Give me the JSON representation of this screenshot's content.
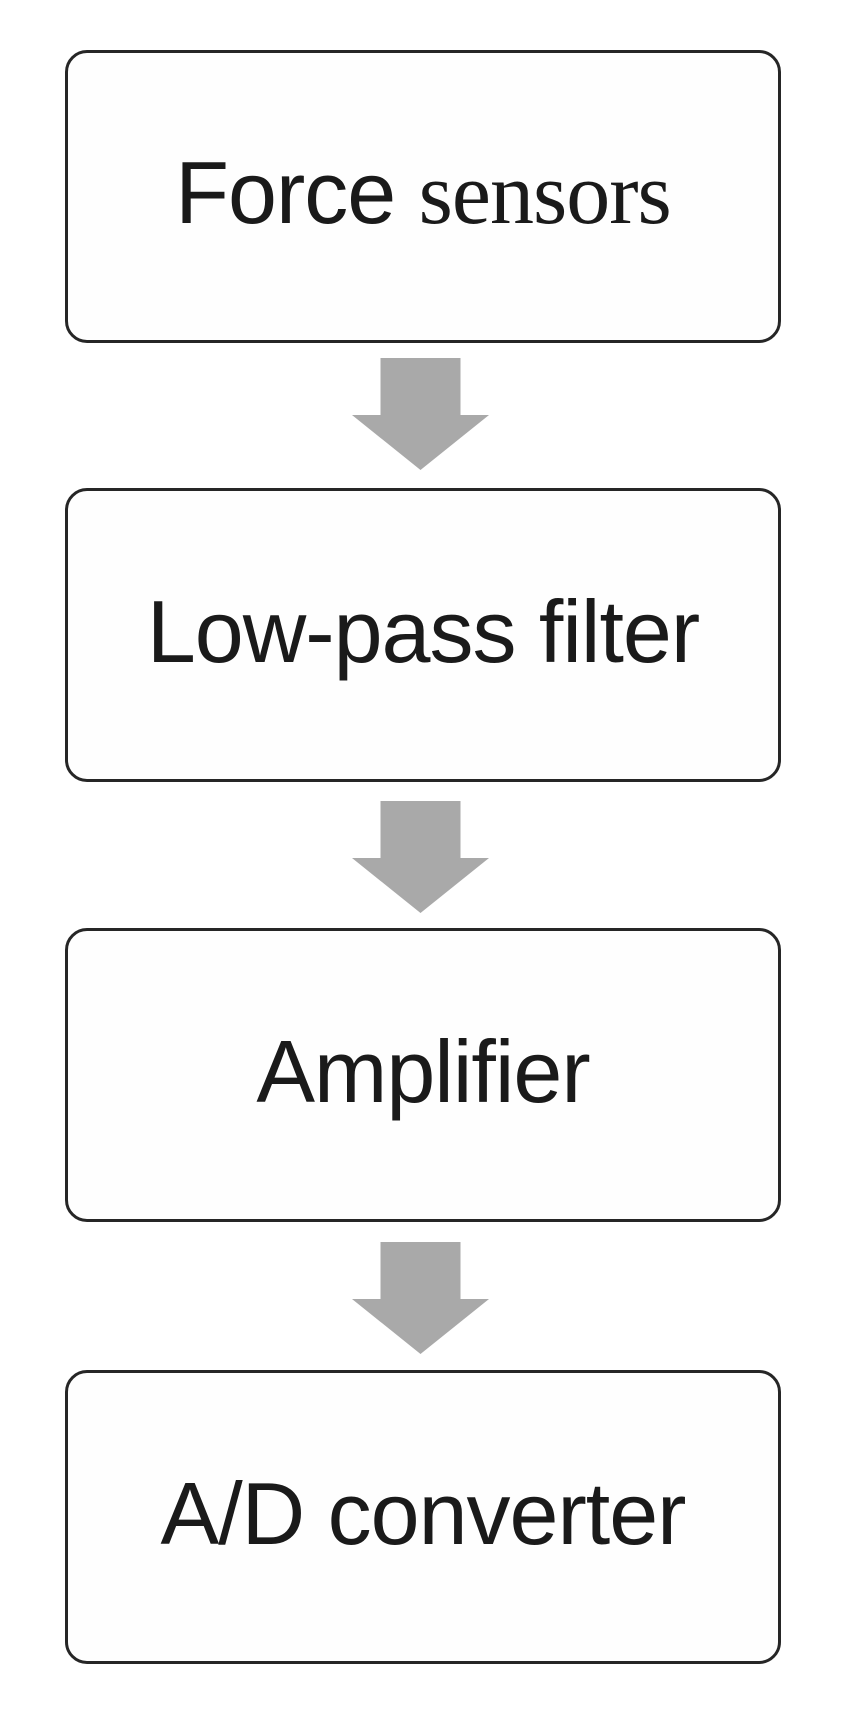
{
  "diagram": {
    "type": "flowchart",
    "orientation": "vertical",
    "colors": {
      "background": "#ffffff",
      "box_fill": "#fefefe",
      "box_border": "#262626",
      "text": "#1a1a1a",
      "arrow": "#a9a9a9"
    },
    "nodes": [
      {
        "id": "node-force-sensors",
        "label": "Force sensors",
        "label_sans": "Force ",
        "label_serif": "sensors"
      },
      {
        "id": "node-low-pass-filter",
        "label": "Low-pass filter"
      },
      {
        "id": "node-amplifier",
        "label": "Amplifier"
      },
      {
        "id": "node-ad-converter",
        "label": "A/D converter"
      }
    ],
    "connectors": [
      {
        "from": "Force sensors",
        "to": "Low-pass filter",
        "direction": "down"
      },
      {
        "from": "Low-pass filter",
        "to": "Amplifier",
        "direction": "down"
      },
      {
        "from": "Amplifier",
        "to": "A/D converter",
        "direction": "down"
      }
    ]
  }
}
